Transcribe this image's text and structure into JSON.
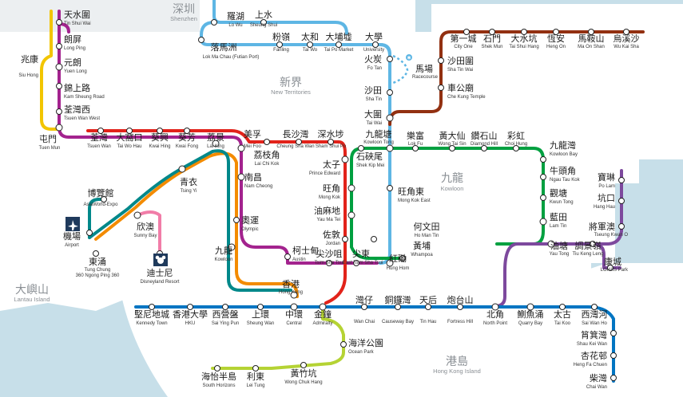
{
  "areas": {
    "shenzhen": {
      "zh": "深圳",
      "en": "Shenzhen"
    },
    "new_territories": {
      "zh": "新界",
      "en": "New Territories"
    },
    "kowloon": {
      "zh": "九龍",
      "en": "Kowloon"
    },
    "lantau": {
      "zh": "大嶼山",
      "en": "Lantau Island"
    },
    "hk_island": {
      "zh": "港島",
      "en": "Hong Kong Island"
    }
  },
  "colors": {
    "east_rail": "#5eb6e4",
    "ma_on_shan": "#923011",
    "west_rail": "#a3238e",
    "light_rail": "#f2c500",
    "tsuen_wan": "#e2231a",
    "kwun_tong": "#00a040",
    "tseung_kwan_o": "#7d499d",
    "island": "#0075c2",
    "tung_chung": "#f38b00",
    "airport_express": "#00888a",
    "disneyland": "#f17da8",
    "south_island": "#b5d334",
    "water": "#c7dfe9",
    "land": "#ffffff"
  },
  "stations": {
    "lo_wu": {
      "zh": "羅湖",
      "en": "Lo Wu"
    },
    "sheung_shui": {
      "zh": "上水",
      "en": "Sheung Shui"
    },
    "lok_ma_chau": {
      "zh": "落馬洲",
      "en": "Lok Ma Chau (Futian Port)"
    },
    "fanling": {
      "zh": "粉嶺",
      "en": "Fanling"
    },
    "tai_wo": {
      "zh": "太和",
      "en": "Tai Wo"
    },
    "tai_po_market": {
      "zh": "大埔墟",
      "en": "Tai Po Market"
    },
    "university": {
      "zh": "大學",
      "en": "University"
    },
    "fo_tan": {
      "zh": "火炭",
      "en": "Fo Tan"
    },
    "racecourse": {
      "zh": "馬場",
      "en": "Racecourse"
    },
    "sha_tin": {
      "zh": "沙田",
      "en": "Sha Tin"
    },
    "tai_wai": {
      "zh": "大圍",
      "en": "Tai Wai"
    },
    "city_one": {
      "zh": "第一城",
      "en": "City One"
    },
    "shek_mun": {
      "zh": "石門",
      "en": "Shek Mun"
    },
    "tai_shui_hang": {
      "zh": "大水坑",
      "en": "Tai Shui Hang"
    },
    "heng_on": {
      "zh": "恆安",
      "en": "Heng On"
    },
    "ma_on_shan": {
      "zh": "馬鞍山",
      "en": "Ma On Shan"
    },
    "wu_kai_sha": {
      "zh": "烏溪沙",
      "en": "Wu Kai Sha"
    },
    "sha_tin_wai": {
      "zh": "沙田圍",
      "en": "Sha Tin Wai"
    },
    "che_kung_temple": {
      "zh": "車公廟",
      "en": "Che Kung Temple"
    },
    "tin_shui_wai": {
      "zh": "天水圍",
      "en": "Tin Shui Wai"
    },
    "long_ping": {
      "zh": "朗屏",
      "en": "Long Ping"
    },
    "siu_hong": {
      "zh": "兆康",
      "en": "Siu Hong"
    },
    "yuen_long": {
      "zh": "元朗",
      "en": "Yuen Long"
    },
    "kam_sheung_road": {
      "zh": "錦上路",
      "en": "Kam Sheung Road"
    },
    "tuen_mun": {
      "zh": "屯門",
      "en": "Tuen Mun"
    },
    "tsuen_wan_west": {
      "zh": "荃灣西",
      "en": "Tsuen Wan West"
    },
    "tsuen_wan": {
      "zh": "荃灣",
      "en": "Tsuen Wan"
    },
    "tai_wo_hau": {
      "zh": "大窩口",
      "en": "Tai Wo Hau"
    },
    "kwai_hing": {
      "zh": "葵興",
      "en": "Kwai Hing"
    },
    "kwai_fong": {
      "zh": "葵芳",
      "en": "Kwai Fong"
    },
    "lai_king": {
      "zh": "荔景",
      "en": "Lai King"
    },
    "mei_foo": {
      "zh": "美孚",
      "en": "Mei Foo"
    },
    "lai_chi_kok": {
      "zh": "荔枝角",
      "en": "Lai Chi Kok"
    },
    "cheung_sha_wan": {
      "zh": "長沙灣",
      "en": "Cheung Sha Wan"
    },
    "sham_shui_po": {
      "zh": "深水埗",
      "en": "Sham Shui Po"
    },
    "prince_edward": {
      "zh": "太子",
      "en": "Prince Edward"
    },
    "shek_kip_mei": {
      "zh": "石硤尾",
      "en": "Shek Kip Mei"
    },
    "kowloon_tong": {
      "zh": "九龍塘",
      "en": "Kowloon Tong"
    },
    "lok_fu": {
      "zh": "樂富",
      "en": "Lok Fu"
    },
    "wong_tai_sin": {
      "zh": "黃大仙",
      "en": "Wong Tai Sin"
    },
    "diamond_hill": {
      "zh": "鑽石山",
      "en": "Diamond Hill"
    },
    "choi_hung": {
      "zh": "彩虹",
      "en": "Choi Hung"
    },
    "kowloon_bay": {
      "zh": "九龍灣",
      "en": "Kowloon Bay"
    },
    "ngau_tau_kok": {
      "zh": "牛頭角",
      "en": "Ngau Tau Kok"
    },
    "kwun_tong": {
      "zh": "觀塘",
      "en": "Kwun Tong"
    },
    "lam_tin": {
      "zh": "藍田",
      "en": "Lam Tin"
    },
    "yau_tong": {
      "zh": "油塘",
      "en": "Yau Tong"
    },
    "tiu_keng_leng": {
      "zh": "調景嶺",
      "en": "Tiu Keng Leng"
    },
    "tseung_kwan_o": {
      "zh": "將軍澳",
      "en": "Tseung Kwan O"
    },
    "po_lam": {
      "zh": "寶琳",
      "en": "Po Lam"
    },
    "hang_hau": {
      "zh": "坑口",
      "en": "Hang Hau"
    },
    "lohas_park": {
      "zh": "康城",
      "en": "LOHAS Park"
    },
    "mong_kok": {
      "zh": "旺角",
      "en": "Mong Kok"
    },
    "mong_kok_east": {
      "zh": "旺角東",
      "en": "Mong Kok East"
    },
    "yau_ma_tei": {
      "zh": "油麻地",
      "en": "Yau Ma Tei"
    },
    "ho_man_tin": {
      "zh": "何文田",
      "en": "Ho Man Tin"
    },
    "jordan": {
      "zh": "佐敦",
      "en": "Jordan"
    },
    "whampoa": {
      "zh": "黃埔",
      "en": "Whampoa"
    },
    "tsim_sha_tsui": {
      "zh": "尖沙咀",
      "en": "Tsim Sha Tsui"
    },
    "east_tsim_sha_tsui": {
      "zh": "尖東",
      "en": "East Tsim Sha Tsui"
    },
    "hung_hom": {
      "zh": "紅磡",
      "en": "Hung Hom"
    },
    "austin": {
      "zh": "柯士甸",
      "en": "Austin"
    },
    "nam_cheong": {
      "zh": "南昌",
      "en": "Nam Cheong"
    },
    "olympic": {
      "zh": "奧運",
      "en": "Olympic"
    },
    "kowloon": {
      "zh": "九龍",
      "en": "Kowloon"
    },
    "tsing_yi": {
      "zh": "青衣",
      "en": "Tsing Yi"
    },
    "asiaworld_expo": {
      "zh": "博覽館",
      "en": "AsiaWorld-Expo"
    },
    "airport": {
      "zh": "機場",
      "en": "Airport"
    },
    "sunny_bay": {
      "zh": "欣澳",
      "en": "Sunny Bay"
    },
    "disneyland_resort": {
      "zh": "迪士尼",
      "en": "Disneyland Resort"
    },
    "tung_chung": {
      "zh": "東涌",
      "en": "Tung Chung"
    },
    "tung_chung_note": {
      "zh": "",
      "en": "360 Ngong Ping 360"
    },
    "hong_kong": {
      "zh": "香港",
      "en": "Hong Kong"
    },
    "kennedy_town": {
      "zh": "堅尼地城",
      "en": "Kennedy Town"
    },
    "hku": {
      "zh": "香港大學",
      "en": "HKU"
    },
    "sai_ying_pun": {
      "zh": "西營盤",
      "en": "Sai Ying Pun"
    },
    "sheung_wan": {
      "zh": "上環",
      "en": "Sheung Wan"
    },
    "central": {
      "zh": "中環",
      "en": "Central"
    },
    "admiralty": {
      "zh": "金鐘",
      "en": "Admiralty"
    },
    "wan_chai": {
      "zh": "灣仔",
      "en": "Wan Chai"
    },
    "causeway_bay": {
      "zh": "銅鑼灣",
      "en": "Causeway Bay"
    },
    "tin_hau": {
      "zh": "天后",
      "en": "Tin Hau"
    },
    "fortress_hill": {
      "zh": "炮台山",
      "en": "Fortress Hill"
    },
    "north_point": {
      "zh": "北角",
      "en": "North Point"
    },
    "quarry_bay": {
      "zh": "鰂魚涌",
      "en": "Quarry Bay"
    },
    "tai_koo": {
      "zh": "太古",
      "en": "Tai Koo"
    },
    "sai_wan_ho": {
      "zh": "西灣河",
      "en": "Sai Wan Ho"
    },
    "shau_kei_wan": {
      "zh": "筲箕灣",
      "en": "Shau Kei Wan"
    },
    "heng_fa_chuen": {
      "zh": "杏花邨",
      "en": "Heng Fa Chuen"
    },
    "chai_wan": {
      "zh": "柴灣",
      "en": "Chai Wan"
    },
    "ocean_park": {
      "zh": "海洋公園",
      "en": "Ocean Park"
    },
    "wong_chuk_hang": {
      "zh": "黃竹坑",
      "en": "Wong Chuk Hang"
    },
    "lei_tung": {
      "zh": "利東",
      "en": "Lei Tung"
    },
    "south_horizons": {
      "zh": "海怡半島",
      "en": "South Horizons"
    }
  }
}
